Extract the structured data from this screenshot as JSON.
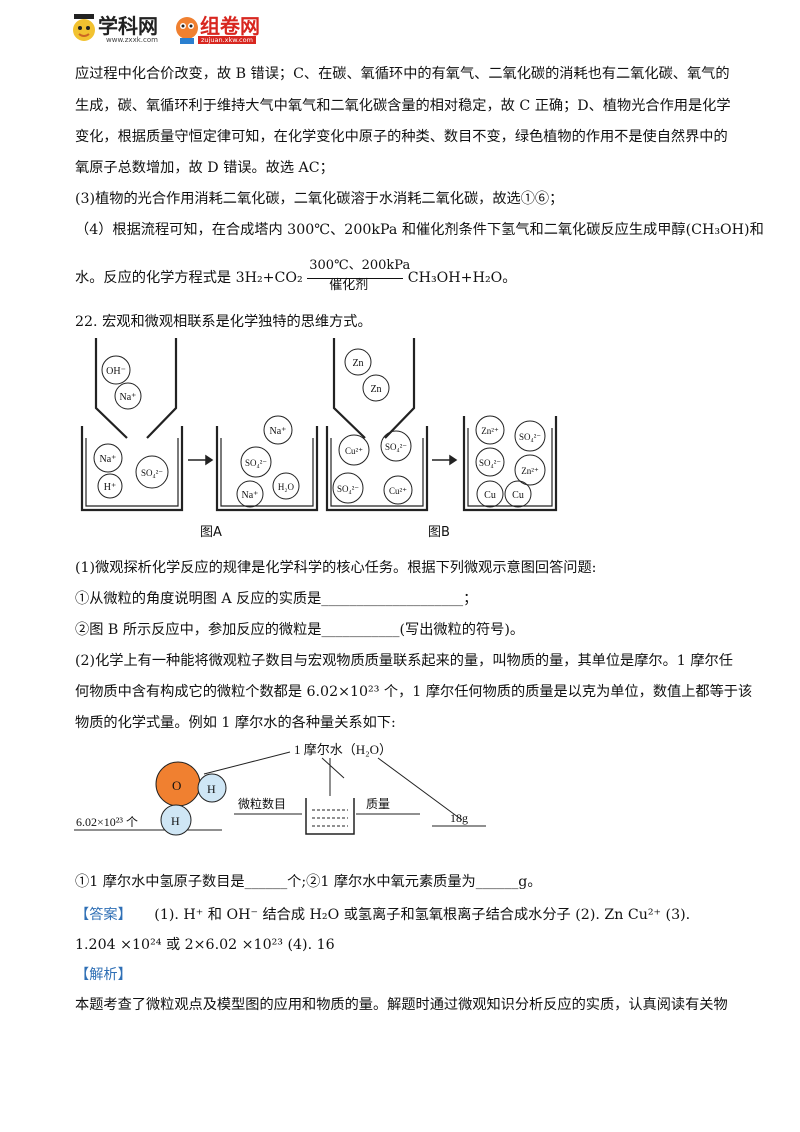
{
  "header": {
    "logo1_text": "学科网",
    "logo1_url": "www.zxxk.com",
    "logo2_text": "组卷网",
    "logo2_url": "zujuan.xkw.com"
  },
  "top": {
    "l1": "应过程中化合价改变，故 B 错误；C、在碳、氧循环中的有氧气、二氧化碳的消耗也有二氧化碳、氧气的",
    "l2": "生成，碳、氧循环利于维持大气中氧气和二氧化碳含量的相对稳定，故 C 正确；D、植物光合作用是化学",
    "l3": "变化，根据质量守恒定律可知，在化学变化中原子的种类、数目不变，绿色植物的作用不是使自然界中的",
    "l4": "氧原子总数增加，故 D 错误。故选 AC；",
    "l5": "(3)植物的光合作用消耗二氧化碳，二氧化碳溶于水消耗二氧化碳，故选①⑥；",
    "l6": "（4）根据流程可知，在合成塔内 300℃、200kPa 和催化剂条件下氢气和二氧化碳反应生成甲醇(CH₃OH)和",
    "l7_pre": "水。反应的化学方程式是 3H₂+CO₂",
    "l7_cond_top": "300℃、200kPa",
    "l7_cond_bottom": "催化剂",
    "l7_post": "CH₃OH+H₂O。"
  },
  "q22": {
    "title": "22. 宏观和微观相联系是化学独特的思维方式。",
    "figA": {
      "label": "图A",
      "dropper_ions": [
        "OH⁻",
        "Na⁺"
      ],
      "beaker1_ions": [
        "Na⁺",
        "H⁺",
        "SO₄²⁻"
      ],
      "beaker2_ions": [
        "Na⁺",
        "SO₄²⁻",
        "H₂O",
        "Na⁺"
      ]
    },
    "figB": {
      "label": "图B",
      "dropper_ions": [
        "Zn",
        "Zn"
      ],
      "beaker1_ions": [
        "Cu²⁺",
        "SO₄²⁻",
        "SO₄²⁻",
        "Cu²⁺"
      ],
      "beaker2_ions": [
        "Zn²⁺",
        "SO₄²⁻",
        "SO₄²⁻",
        "Zn²⁺",
        "Cu",
        "Cu"
      ]
    },
    "p1": "(1)微观探析化学反应的规律是化学科学的核心任务。根据下列微观示意图回答问题:",
    "p1a": "①从微粒的角度说明图 A 反应的实质是____________________；",
    "p1b": "②图 B 所示反应中，参加反应的微粒是___________(写出微粒的符号)。",
    "p2a": "(2)化学上有一种能将微观粒子数目与宏观物质质量联系起来的量，叫物质的量，其单位是摩尔。1 摩尔任",
    "p2b": "何物质中含有构成它的微粒个数都是 6.02×10²³ 个，1 摩尔任何物质的质量是以克为单位，数值上都等于该",
    "p2c": "物质的化学式量。例如 1 摩尔水的各种量关系如下:",
    "fig3": {
      "top_label": "1 摩尔水（H₂O）",
      "O": "O",
      "H1": "H",
      "H2": "H",
      "count": "6.02×10²³ 个",
      "mid_label": "微粒数目",
      "mass_label": "质量",
      "mass_value": "18g"
    },
    "p3": "①1 摩尔水中氢原子数目是______个;②1 摩尔水中氧元素质量为______g。",
    "answer_tag": "【答案】",
    "answer_text": "(1). H⁺ 和 OH⁻ 结合成 H₂O 或氢离子和氢氧根离子结合成水分子    (2). Zn   Cu²⁺   (3).",
    "answer_text2": "1.204 ×10²⁴ 或 2×6.02 ×10²³   (4). 16",
    "analysis_tag": "【解析】",
    "analysis_text": "本题考查了微粒观点及模型图的应用和物质的量。解题时通过微观知识分析反应的实质，认真阅读有关物"
  },
  "colors": {
    "accent_blue": "#2f6fb5",
    "logo_red": "#d8261f",
    "oxygen_orange": "#f08030"
  }
}
